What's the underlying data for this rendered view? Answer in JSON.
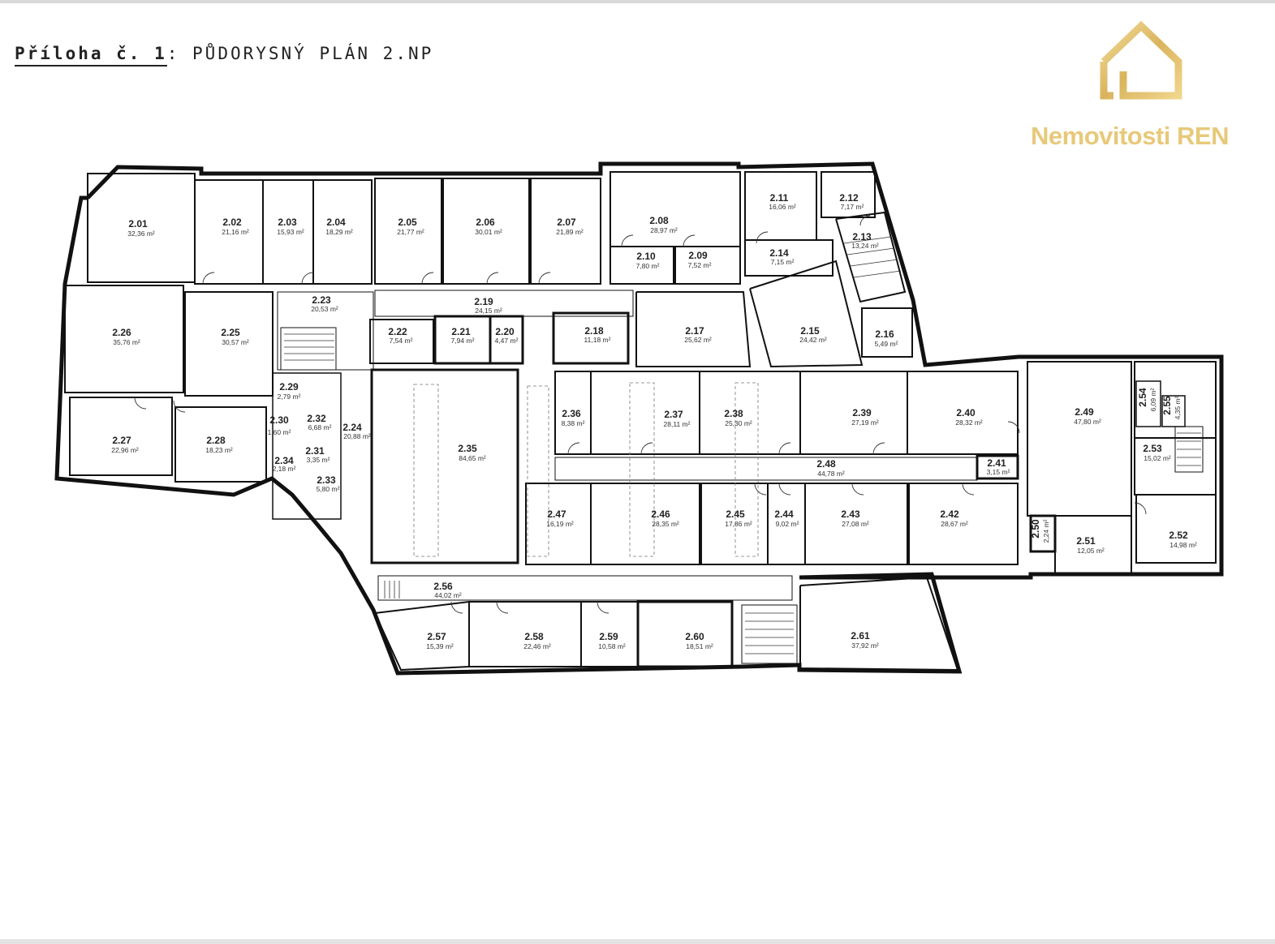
{
  "header": {
    "title_lead": "Příloha č. 1",
    "title_sep": ":",
    "title_rest": "PŮDORYSNÝ PLÁN 2.NP"
  },
  "logo": {
    "brand": "Nemovitosti REN",
    "icon": "house-outline-icon",
    "color": "#e7c97a"
  },
  "rooms": [
    {
      "id": "2.01",
      "area": "32,36 m²"
    },
    {
      "id": "2.02",
      "area": "21,16 m²"
    },
    {
      "id": "2.03",
      "area": "15,93 m²"
    },
    {
      "id": "2.04",
      "area": "18,29 m²"
    },
    {
      "id": "2.05",
      "area": "21,77 m²"
    },
    {
      "id": "2.06",
      "area": "30,01 m²"
    },
    {
      "id": "2.07",
      "area": "21,89 m²"
    },
    {
      "id": "2.08",
      "area": "28,97 m²"
    },
    {
      "id": "2.09",
      "area": "7,52 m²"
    },
    {
      "id": "2.10",
      "area": "7,80 m²"
    },
    {
      "id": "2.11",
      "area": "16,06 m²"
    },
    {
      "id": "2.12",
      "area": "7,17 m²"
    },
    {
      "id": "2.13",
      "area": "13,24 m²"
    },
    {
      "id": "2.14",
      "area": "7,15 m²"
    },
    {
      "id": "2.15",
      "area": "24,42 m²"
    },
    {
      "id": "2.16",
      "area": "5,49 m²"
    },
    {
      "id": "2.17",
      "area": "25,62 m²"
    },
    {
      "id": "2.18",
      "area": "11,18 m²"
    },
    {
      "id": "2.19",
      "area": "24,15 m²"
    },
    {
      "id": "2.20",
      "area": "4,47 m²"
    },
    {
      "id": "2.21",
      "area": "7,94 m²"
    },
    {
      "id": "2.22",
      "area": "7,54 m²"
    },
    {
      "id": "2.23",
      "area": "20,53 m²"
    },
    {
      "id": "2.24",
      "area": "20,88 m²"
    },
    {
      "id": "2.25",
      "area": "30,57 m²"
    },
    {
      "id": "2.26",
      "area": "35,76 m²"
    },
    {
      "id": "2.27",
      "area": "22,96 m²"
    },
    {
      "id": "2.28",
      "area": "18,23 m²"
    },
    {
      "id": "2.29",
      "area": "2,79 m²"
    },
    {
      "id": "2.30",
      "area": "1,60 m²"
    },
    {
      "id": "2.31",
      "area": "3,35 m²"
    },
    {
      "id": "2.32",
      "area": "6,68 m²"
    },
    {
      "id": "2.33",
      "area": "5,80 m²"
    },
    {
      "id": "2.34",
      "area": "2,18 m²"
    },
    {
      "id": "2.35",
      "area": "84,65 m²"
    },
    {
      "id": "2.36",
      "area": "8,38 m²"
    },
    {
      "id": "2.37",
      "area": "28,11 m²"
    },
    {
      "id": "2.38",
      "area": "25,30 m²"
    },
    {
      "id": "2.39",
      "area": "27,19 m²"
    },
    {
      "id": "2.40",
      "area": "28,32 m²"
    },
    {
      "id": "2.41",
      "area": "3,15 m²"
    },
    {
      "id": "2.42",
      "area": "28,67 m²"
    },
    {
      "id": "2.43",
      "area": "27,08 m²"
    },
    {
      "id": "2.44",
      "area": "9,02 m²"
    },
    {
      "id": "2.45",
      "area": "17,86 m²"
    },
    {
      "id": "2.46",
      "area": "28,35 m²"
    },
    {
      "id": "2.47",
      "area": "16,19 m²"
    },
    {
      "id": "2.48",
      "area": "44,78 m²"
    },
    {
      "id": "2.49",
      "area": "47,80 m²"
    },
    {
      "id": "2.50",
      "area": "2,24 m²"
    },
    {
      "id": "2.51",
      "area": "12,05 m²"
    },
    {
      "id": "2.52",
      "area": "14,98 m²"
    },
    {
      "id": "2.53",
      "area": "15,02 m²"
    },
    {
      "id": "2.54",
      "area": "6,09 m²"
    },
    {
      "id": "2.55",
      "area": "4,35 m²"
    },
    {
      "id": "2.56",
      "area": "44,02 m²"
    },
    {
      "id": "2.57",
      "area": "15,39 m²"
    },
    {
      "id": "2.58",
      "area": "22,46 m²"
    },
    {
      "id": "2.59",
      "area": "10,58 m²"
    },
    {
      "id": "2.60",
      "area": "18,51 m²"
    },
    {
      "id": "2.61",
      "area": "37,92 m²"
    }
  ]
}
